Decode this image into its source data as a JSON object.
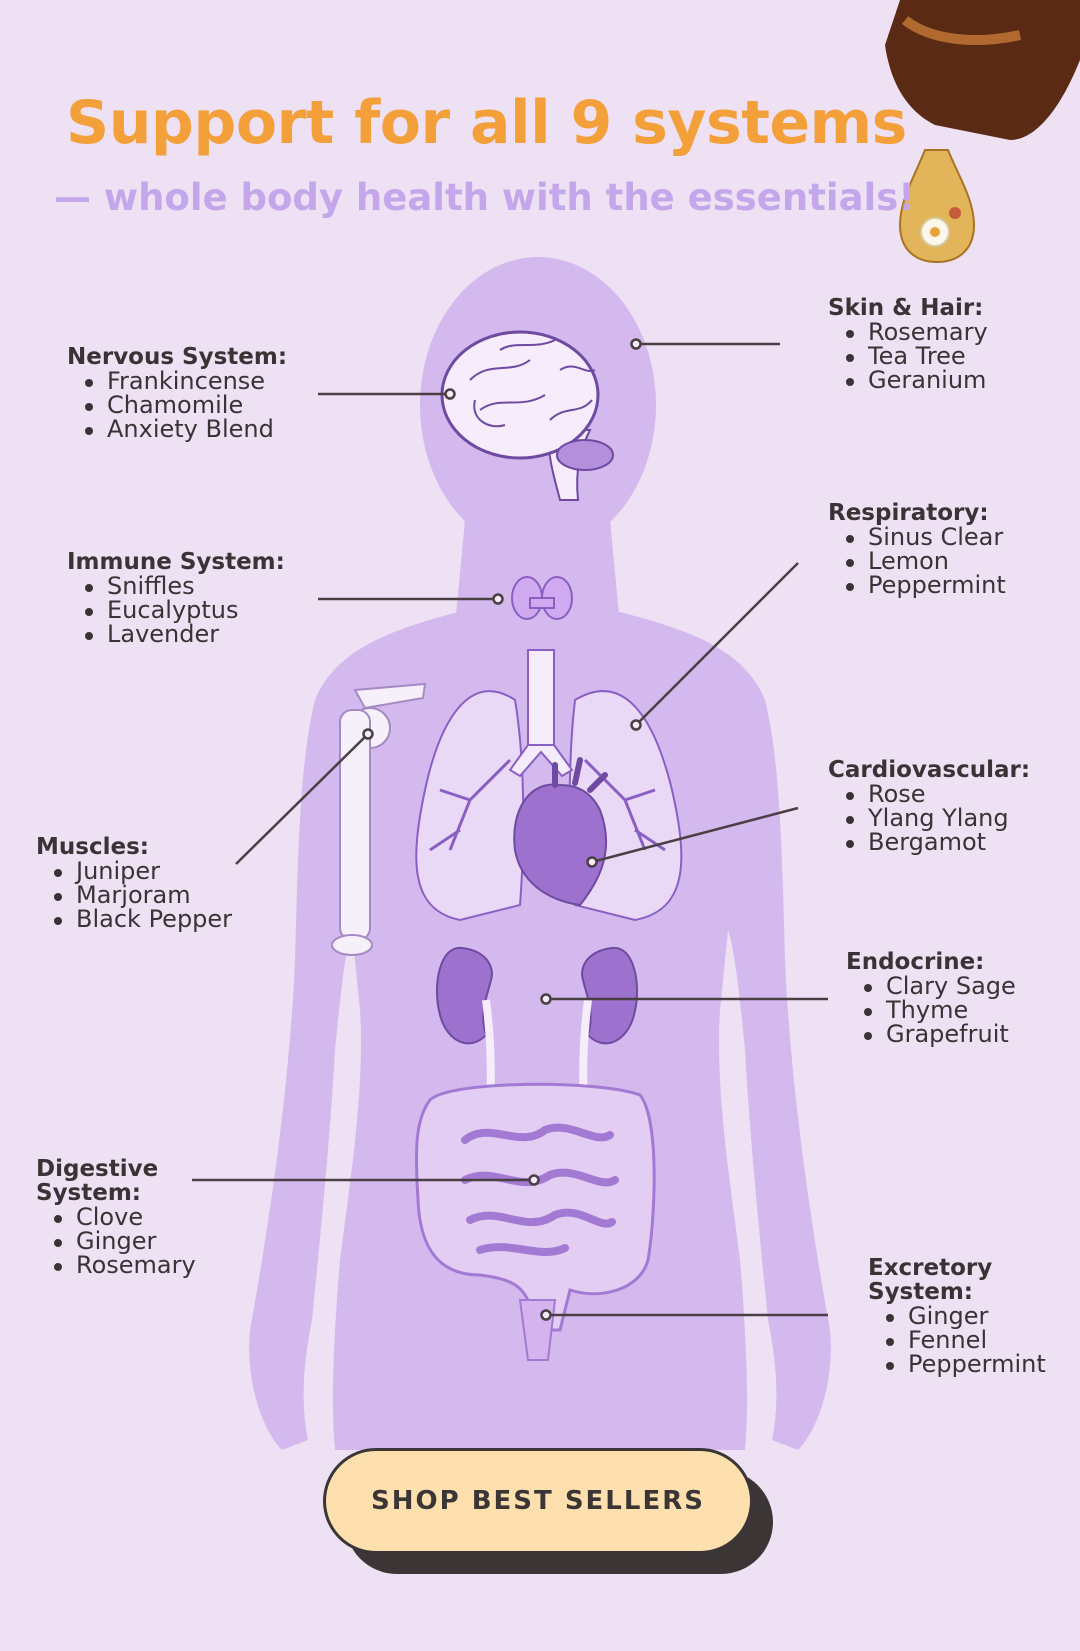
{
  "header": {
    "title": "Support for all 9 systems",
    "subtitle": "— whole body health with the essentials!"
  },
  "colors": {
    "accent": "#f3a03a",
    "subtitle": "#c4a7eb",
    "silhouette": "#d4b9ee",
    "button": "#fde0ae"
  },
  "systems": {
    "skin_hair": {
      "title": "Skin & Hair:",
      "oils": [
        "Rosemary",
        "Tea Tree",
        "Geranium"
      ]
    },
    "nervous": {
      "title": "Nervous System:",
      "oils": [
        "Frankincense",
        "Chamomile",
        "Anxiety Blend"
      ]
    },
    "respiratory": {
      "title": "Respiratory:",
      "oils": [
        "Sinus Clear",
        "Lemon",
        "Peppermint"
      ]
    },
    "immune": {
      "title": "Immune System:",
      "oils": [
        "Sniffles",
        "Eucalyptus",
        "Lavender"
      ]
    },
    "cardiovascular": {
      "title": "Cardiovascular:",
      "oils": [
        "Rose",
        "Ylang Ylang",
        "Bergamot"
      ]
    },
    "muscles": {
      "title": "Muscles:",
      "oils": [
        "Juniper",
        "Marjoram",
        "Black Pepper"
      ]
    },
    "endocrine": {
      "title": "Endocrine:",
      "oils": [
        "Clary Sage",
        "Thyme",
        "Grapefruit"
      ]
    },
    "digestive": {
      "title": "Digestive System:",
      "oils": [
        "Clove",
        "Ginger",
        "Rosemary"
      ]
    },
    "excretory": {
      "title": "Excretory System:",
      "oils": [
        "Ginger",
        "Fennel",
        "Peppermint"
      ]
    }
  },
  "cta": {
    "label": "SHOP BEST SELLERS"
  }
}
